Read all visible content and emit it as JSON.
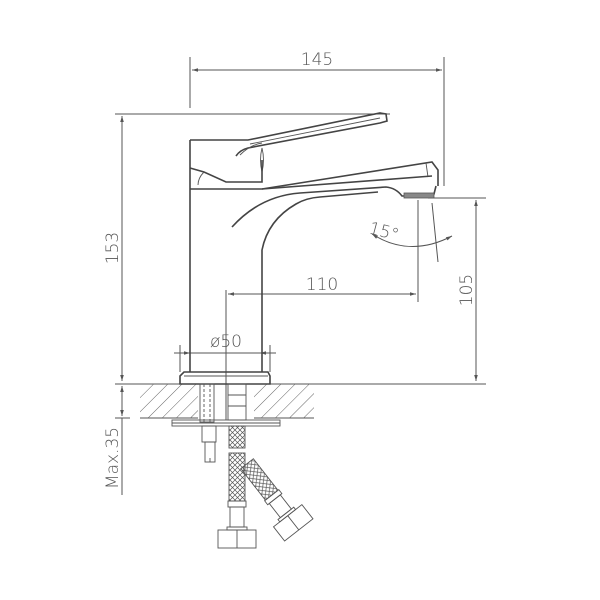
{
  "drawing": {
    "type": "technical-dimension-drawing",
    "subject": "single-lever basin mixer faucet",
    "line_color": "#555555",
    "background": "#ffffff"
  },
  "dimensions": {
    "overall_width": "145",
    "overall_height": "153",
    "spout_height": "105",
    "spout_reach": "110",
    "base_diameter": "ø50",
    "spray_angle": "15°",
    "max_countertop": "Max.35"
  }
}
